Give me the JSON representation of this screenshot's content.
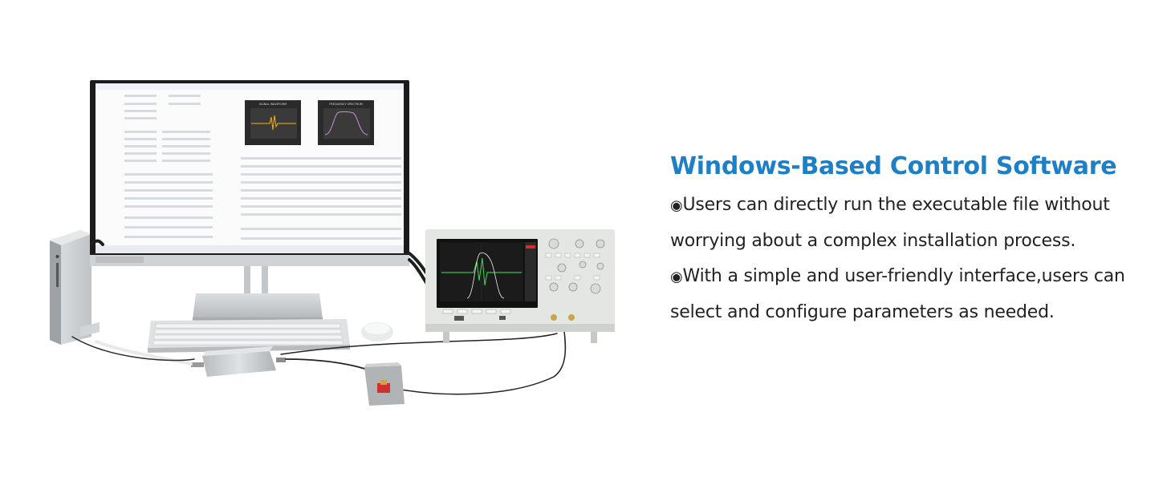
{
  "headline": "Windows-Based Control Software",
  "paragraphs": [
    {
      "bullet": "◉",
      "line1": "Users can directly run the executable file without",
      "line2": "worrying about a complex installation process."
    },
    {
      "bullet": "◉",
      "line1": "With a simple and user-friendly interface,users can",
      "line2": "select and configure parameters as needed."
    }
  ],
  "screen_panels": {
    "signal_waveform": "SIGNAL WAVEFORM",
    "frequency_spectrum": "FREQUENCY SPECTRUM"
  },
  "colors": {
    "headline": "#1d7fc6",
    "body_text": "#222222",
    "device_silver": "#c9ccce",
    "scope_bezel": "#e4e6e3",
    "trace_green": "#3ddc55",
    "trace_white": "#f2f2f2"
  },
  "icons": [
    "monitor",
    "mini-pc",
    "keyboard",
    "mouse",
    "oscilloscope",
    "signal-adapter-box",
    "ultrasonic-transducer-block"
  ]
}
